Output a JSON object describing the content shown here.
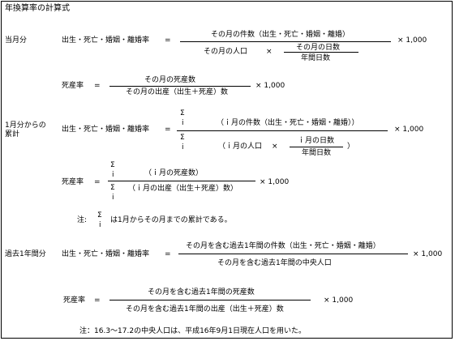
{
  "title": "年換算率の計算式",
  "sections": {
    "monthly": {
      "label": "当月分",
      "rate1": {
        "name": "出生・死亡・婚姻・離婚率",
        "eq": "=",
        "num": "その月の件数（出生・死亡・婚姻・離婚）",
        "den_left": "その月の人口",
        "times_inner": "×",
        "frac_num": "その月の日数",
        "frac_den": "年間日数",
        "mult": "× 1,000"
      },
      "rate2": {
        "name": "死産率",
        "eq": "=",
        "num": "その月の死産数",
        "den": "その月の出産（出生＋死産）数",
        "mult": "× 1,000"
      }
    },
    "cumulative": {
      "label_line1": "1月分からの",
      "label_line2": "累計",
      "sigma": "Σ",
      "i": "i",
      "rate1": {
        "name": "出生・死亡・婚姻・離婚率",
        "eq": "=",
        "num": "（ｉ月の件数（出生・死亡・婚姻・離婚））",
        "den_left": "（ｉ月の人口",
        "times_inner": "×",
        "frac_num": "ｉ月の日数",
        "frac_den": "年間日数",
        "close_paren": "）",
        "mult": "× 1,000"
      },
      "rate2": {
        "name": "死産率",
        "eq": "=",
        "num": "（ｉ月の死産数）",
        "den": "（ｉ月の出産（出生＋死産）数）",
        "mult": "× 1,000"
      },
      "note_label": "注:",
      "note_text": "は1月からその月までの累計である。"
    },
    "yearly": {
      "label": "過去1年間分",
      "rate1": {
        "name": "出生・死亡・婚姻・離婚率",
        "eq": "=",
        "num": "その月を含む過去1年間の件数（出生・死亡・婚姻・離婚）",
        "den": "その月を含む過去1年間の中央人口",
        "mult": "× 1,000"
      },
      "rate2": {
        "name": "死産率",
        "eq": "=",
        "num": "その月を含む過去1年間の死産数",
        "den": "その月を含む過去1年間の出産（出生＋死産）数",
        "mult": "× 1,000"
      }
    }
  },
  "footnote": "注：16.3～17.2の中央人口は、平成16年9月1日現在人口を用いた。"
}
